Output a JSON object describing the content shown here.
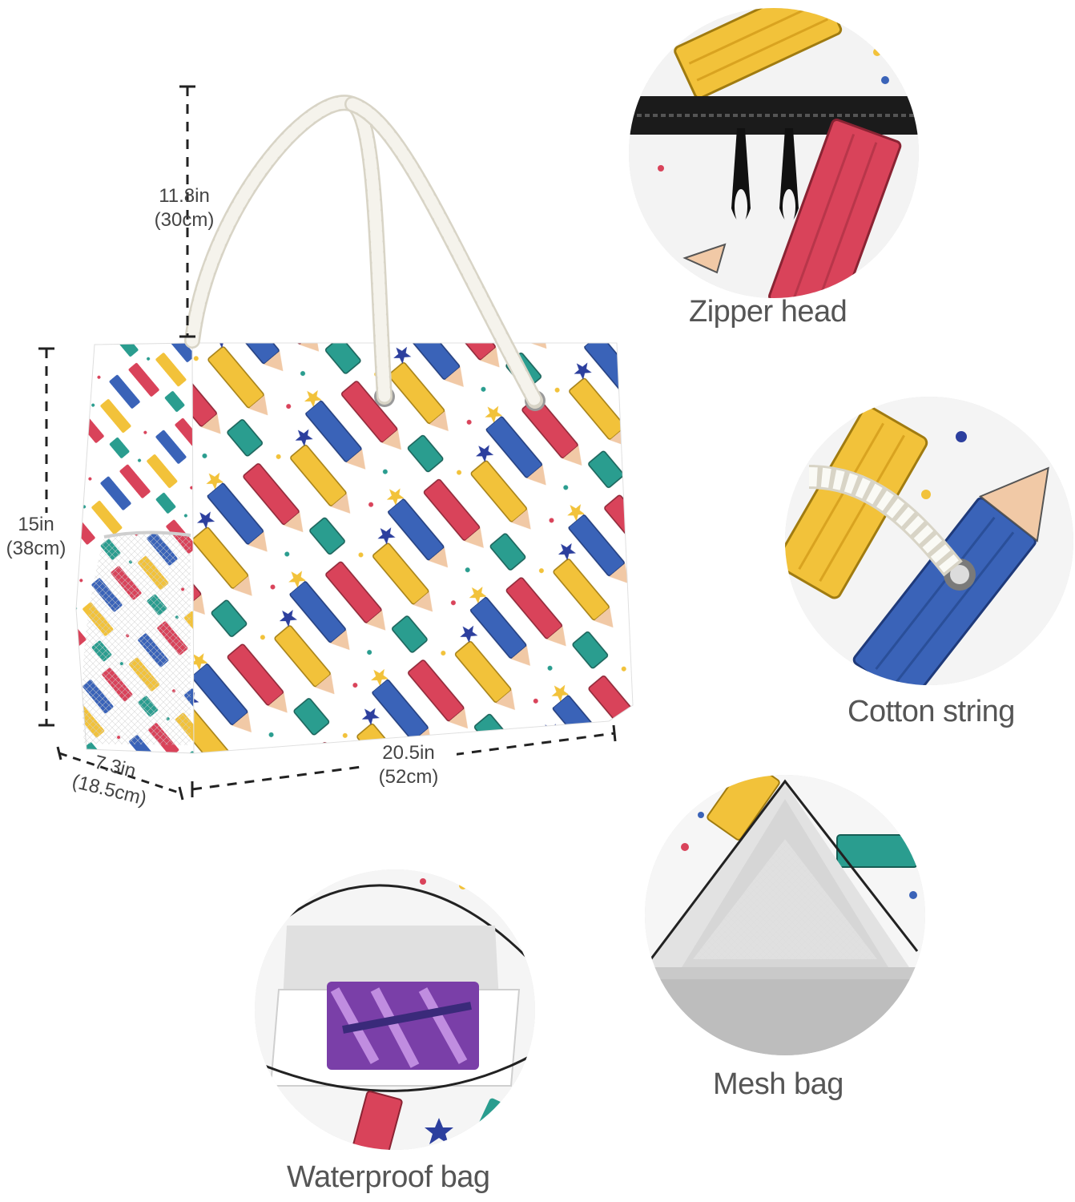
{
  "dimensions": {
    "handle_height": {
      "imperial": "11.8in",
      "metric": "(30cm)"
    },
    "bag_height": {
      "imperial": "15in",
      "metric": "(38cm)"
    },
    "bag_depth": {
      "imperial": "7.3in",
      "metric": "(18.5cm)"
    },
    "bag_width": {
      "imperial": "20.5in",
      "metric": "(52cm)"
    }
  },
  "features": [
    {
      "caption": "Zipper head"
    },
    {
      "caption": "Cotton string"
    },
    {
      "caption": "Mesh bag"
    },
    {
      "caption": "Waterproof bag"
    }
  ],
  "colors": {
    "pencil_red": "#d9435a",
    "pencil_blue": "#3a63b8",
    "pencil_yellow": "#f2c23a",
    "pencil_teal": "#2a9d8f",
    "rope": "#f3f1ea",
    "star_navy": "#2c3f9e"
  }
}
